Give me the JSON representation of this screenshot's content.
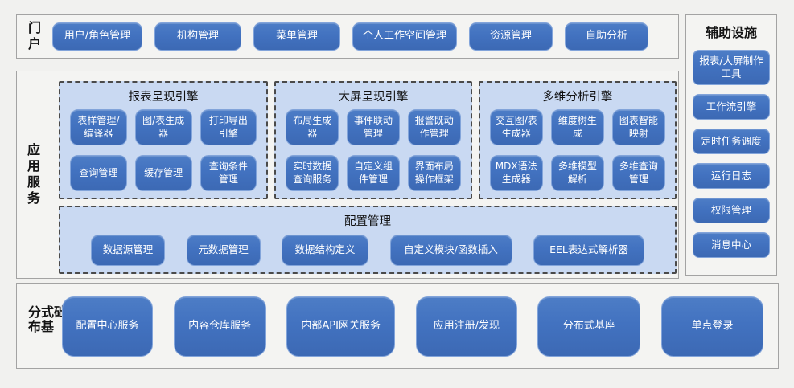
{
  "colors": {
    "accent": "#4472c4",
    "group_background": "#c9d9f2",
    "section_background": "#f4f4f2",
    "page_background": "#f1f1ef"
  },
  "portal": {
    "label": "门户",
    "items": [
      "用户/角色管理",
      "机构管理",
      "菜单管理",
      "个人工作空间管理",
      "资源管理",
      "自助分析"
    ]
  },
  "app_services": {
    "label": "应用服务",
    "engines": [
      {
        "title": "报表呈现引擎",
        "items": [
          "表样管理/编译器",
          "图/表生成器",
          "打印导出引擎",
          "查询管理",
          "缓存管理",
          "查询条件管理"
        ]
      },
      {
        "title": "大屏呈现引擎",
        "items": [
          "布局生成器",
          "事件联动管理",
          "报警既动作管理",
          "实时数据查询服务",
          "自定义组件管理",
          "界面布局操作框架"
        ]
      },
      {
        "title": "多维分析引擎",
        "items": [
          "交互图/表生成器",
          "维度树生成",
          "图表智能映射",
          "MDX语法生成器",
          "多维模型解析",
          "多维查询管理"
        ]
      }
    ],
    "config": {
      "title": "配置管理",
      "items": [
        "数据源管理",
        "元数据管理",
        "数据结构定义",
        "自定义模块/函数插入",
        "EEL表达式解析器"
      ]
    }
  },
  "auxiliary": {
    "title": "辅助设施",
    "items": [
      "报表/大屏制作工具",
      "工作流引擎",
      "定时任务调度",
      "运行日志",
      "权限管理",
      "消息中心"
    ]
  },
  "distributed": {
    "label": "分布式基础",
    "items": [
      "配置中心服务",
      "内容仓库服务",
      "内部API网关服务",
      "应用注册/发现",
      "分布式基座",
      "单点登录"
    ]
  }
}
